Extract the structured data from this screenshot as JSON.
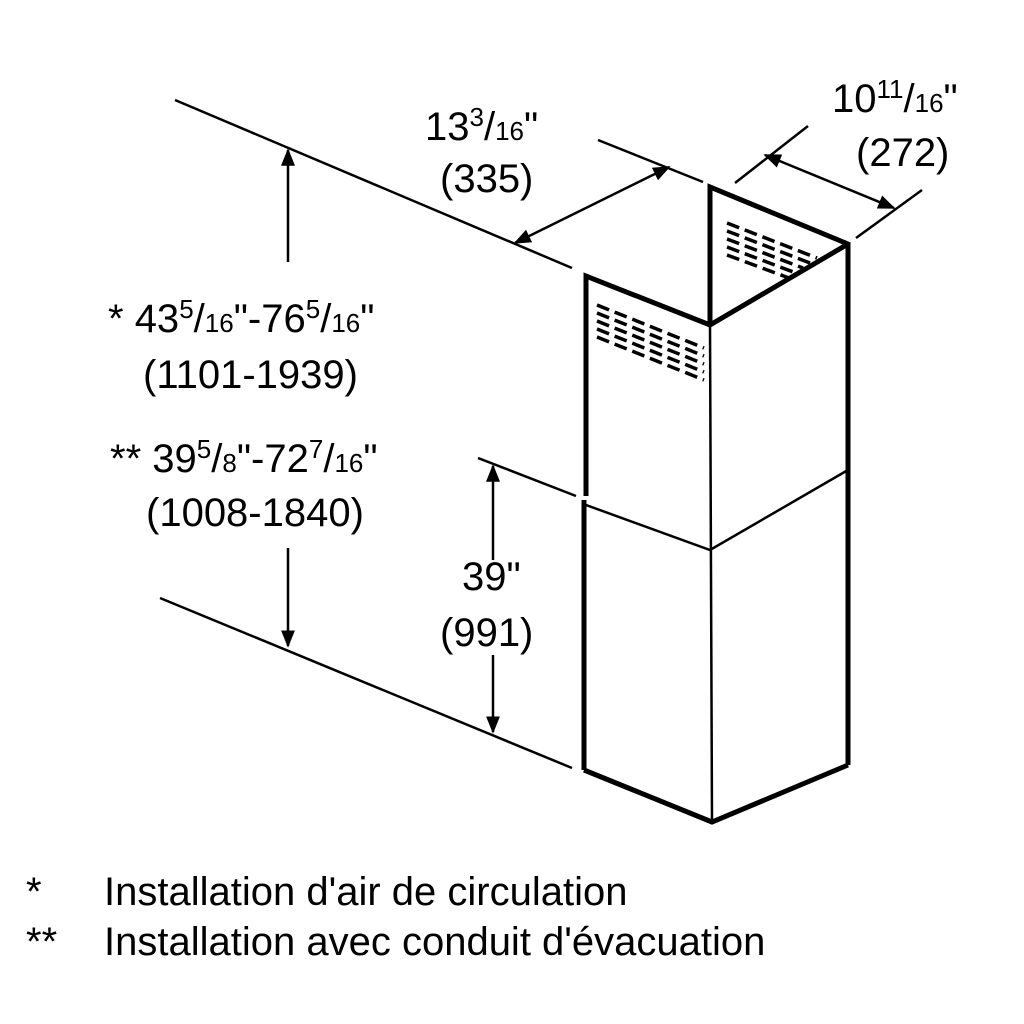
{
  "dimensions": {
    "depth": {
      "whole": "13",
      "num": "3",
      "den": "16",
      "unit": "\"",
      "mm": "(335)"
    },
    "width": {
      "whole": "10",
      "num": "11",
      "den": "16",
      "unit": "\"",
      "mm": "(272)"
    },
    "height_recirc": {
      "prefix": "* ",
      "a_whole": "43",
      "a_num": "5",
      "a_den": "16",
      "b_whole": "76",
      "b_num": "5",
      "b_den": "16",
      "unit": "\"",
      "mm": "(1101-1939)"
    },
    "height_ducted": {
      "prefix": "** ",
      "a_whole": "39",
      "a_num": "5",
      "a_den": "8",
      "b_whole": "72",
      "b_num": "7",
      "b_den": "16",
      "unit": "\"",
      "mm": "(1008-1840)"
    },
    "lower_section": {
      "value": "39\"",
      "mm": "(991)"
    }
  },
  "legend": [
    {
      "marker": "*",
      "text": "Installation d'air de circulation"
    },
    {
      "marker": "**",
      "text": "Installation avec conduit d'évacuation"
    }
  ]
}
